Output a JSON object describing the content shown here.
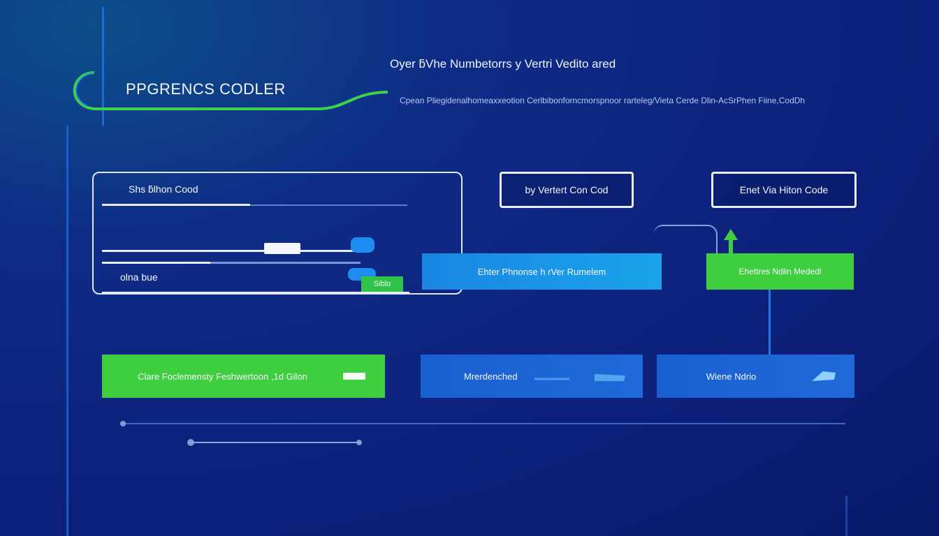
{
  "header": {
    "logo_text": "PPGRENCS CODLER",
    "main_title": "Oyer ƃVhe Numbetorrs y Vertri Vedito ared",
    "subtitle": "Cpean Pliegidenalhomeaxxeotion Cerlbibonforncmorspnoor rarteleg/Vieta Cerde Dlin-AcSrPhen Fiine,CodDh"
  },
  "top_buttons": {
    "vertrun_label": "by Vertert Con Cod",
    "enter_label": "Enet Via  Hiton Code"
  },
  "panel": {
    "field1_label": "Shs ƃlhon Cood",
    "field2_label": "olna bue",
    "tag_label": "Siblo"
  },
  "middle_row": {
    "cyan_label": "Ehter Phnonse h rVer Rumelem",
    "green_label": "Ehettres  Ndlin Mededl"
  },
  "bottom_row": {
    "green_label": "Clare Foclemensty Feshwertoon ,1d Gilon",
    "blue1_label": "Mrerdenched",
    "blue2_label": "Wiene Ndrio"
  },
  "colors": {
    "background": "#0c1f7a",
    "accent_green": "#3fcf3e",
    "accent_blue": "#1a6ad8",
    "accent_cyan": "#1aa3ea"
  }
}
